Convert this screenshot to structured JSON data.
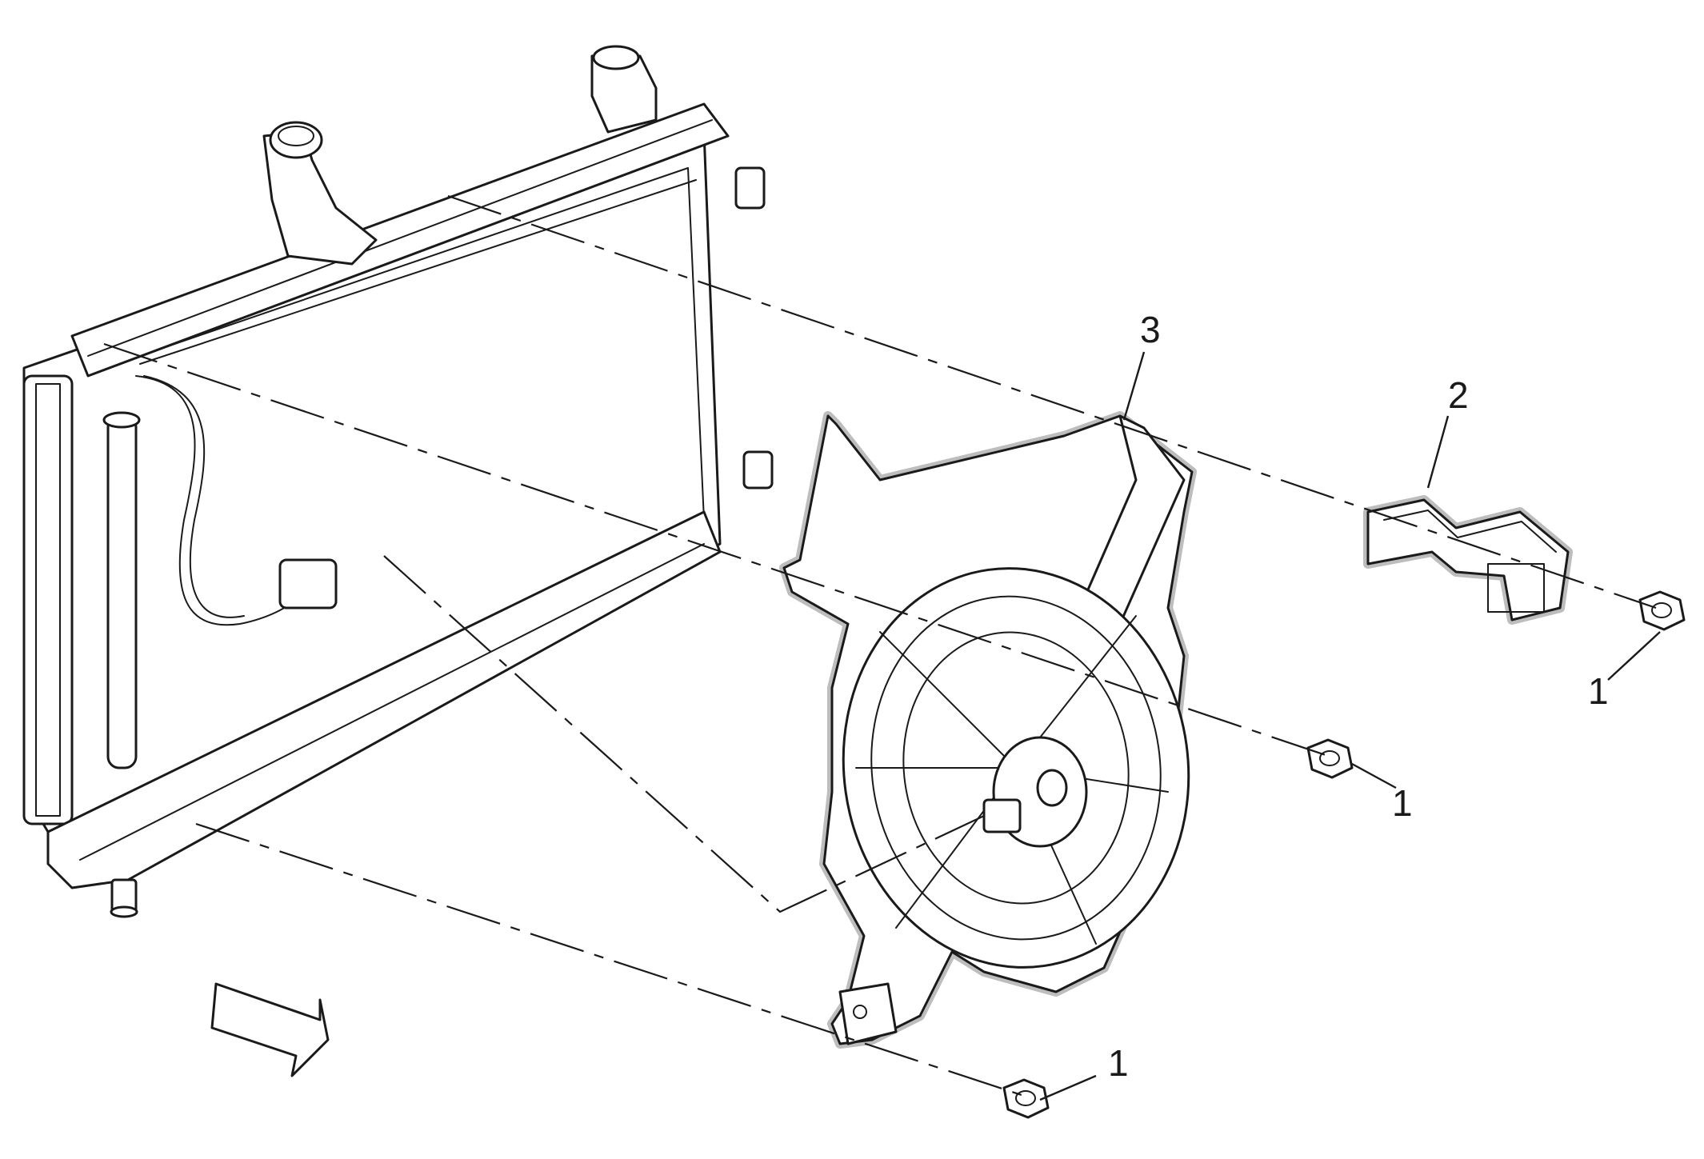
{
  "callouts": [
    {
      "id": "c1a",
      "label": "1"
    },
    {
      "id": "c1b",
      "label": "1"
    },
    {
      "id": "c1c",
      "label": "1"
    },
    {
      "id": "c2",
      "label": "2"
    },
    {
      "id": "c3",
      "label": "3"
    }
  ],
  "parts": {
    "radiator": "radiator",
    "fan_assembly": "cooling-fan-assembly",
    "bracket": "fan-bracket",
    "bolts": "bolt"
  },
  "colors": {
    "line": "#1a1a1a",
    "halo": "#bdbdbd",
    "background": "#ffffff"
  }
}
